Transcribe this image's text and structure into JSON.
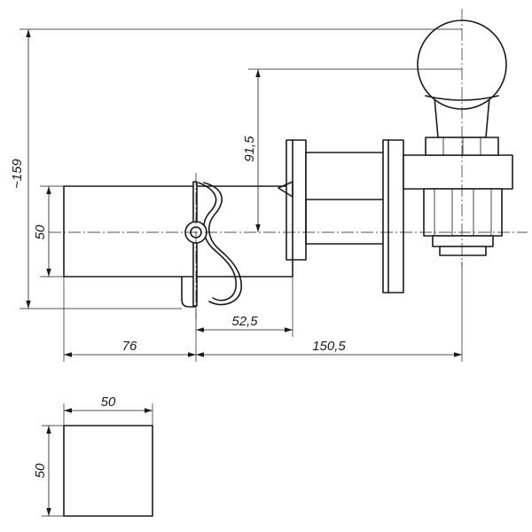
{
  "drawing": {
    "dimensions": {
      "overall_height": "~159",
      "tube_height": "50",
      "ball_center_height": "91,5",
      "pin_to_plate": "52,5",
      "tube_to_pin": "76",
      "pin_to_ball": "150,5",
      "section_width": "50",
      "section_height": "50"
    }
  }
}
